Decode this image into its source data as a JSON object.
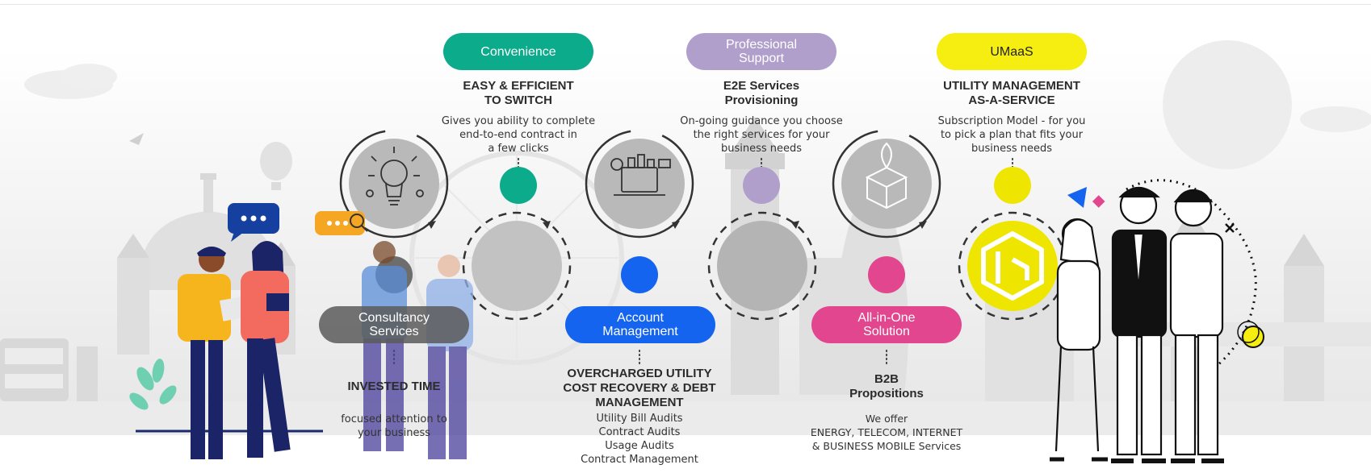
{
  "colors": {
    "green": "#0bab8b",
    "lavender": "#b19fcb",
    "yellow": "#f6ee10",
    "gray": "#6d6d6d",
    "blue": "#1464f0",
    "pink": "#e2468f"
  },
  "icons": {
    "lightbulb": "lightbulb-icon",
    "workspace": "workspace-icon",
    "box": "gift-box-icon",
    "logo": "umaas-logo-icon"
  },
  "top": [
    {
      "pill": "Convenience",
      "heading": "EASY & EFFICIENT\nTO SWITCH",
      "desc": "Gives you ability to complete\nend-to-end contract in\na few clicks"
    },
    {
      "pill": "Professional\nSupport",
      "heading": "E2E Services\nProvisioning",
      "desc": "On-going guidance you choose\nthe right services for your\nbusiness needs"
    },
    {
      "pill": "UMaaS",
      "heading": "UTILITY MANAGEMENT\nAS-A-SERVICE",
      "desc": "Subscription Model - for you\nto pick a plan that fits your\nbusiness needs"
    }
  ],
  "bottom": [
    {
      "pill": "Consultancy\nServices",
      "heading": "INVESTED TIME",
      "desc": "focused attention to\nyour business"
    },
    {
      "pill": "Account\nManagement",
      "heading": "OVERCHARGED UTILITY\nCOST RECOVERY & DEBT\nMANAGEMENT",
      "desc": "Utility Bill Audits\nContract Audits\nUsage Audits\nContract Management"
    },
    {
      "pill": "All-in-One\nSolution",
      "heading": "B2B\nPropositions",
      "desc": "We offer\nENERGY, TELECOM, INTERNET\n& BUSINESS MOBILE Services"
    }
  ]
}
